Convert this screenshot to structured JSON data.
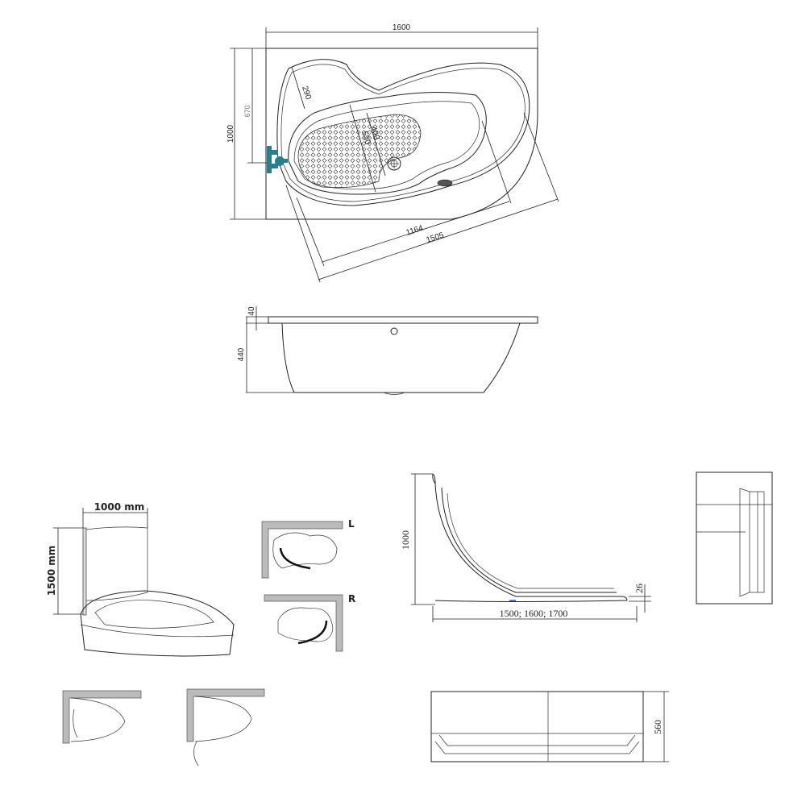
{
  "top_view": {
    "width_label": "1600",
    "height_label": "1000",
    "faucet_offset_label": "670",
    "headrest_label": "290",
    "inner_width_a_label": "400",
    "inner_width_b_label": "550",
    "inner_length_label": "1164",
    "outer_length_label": "1505",
    "faucet_color": "#2b7f8c"
  },
  "side_view": {
    "rim_label": "40",
    "depth_label": "440"
  },
  "shower_screen": {
    "width_label": "1000 mm",
    "height_label": "1500 mm"
  },
  "orientation": {
    "left_label": "L",
    "right_label": "R"
  },
  "front_panel_curve": {
    "height_label": "1000",
    "thickness_label": "26",
    "length_label": "1500; 1600; 1700"
  },
  "front_panel": {
    "height_label": "560"
  }
}
